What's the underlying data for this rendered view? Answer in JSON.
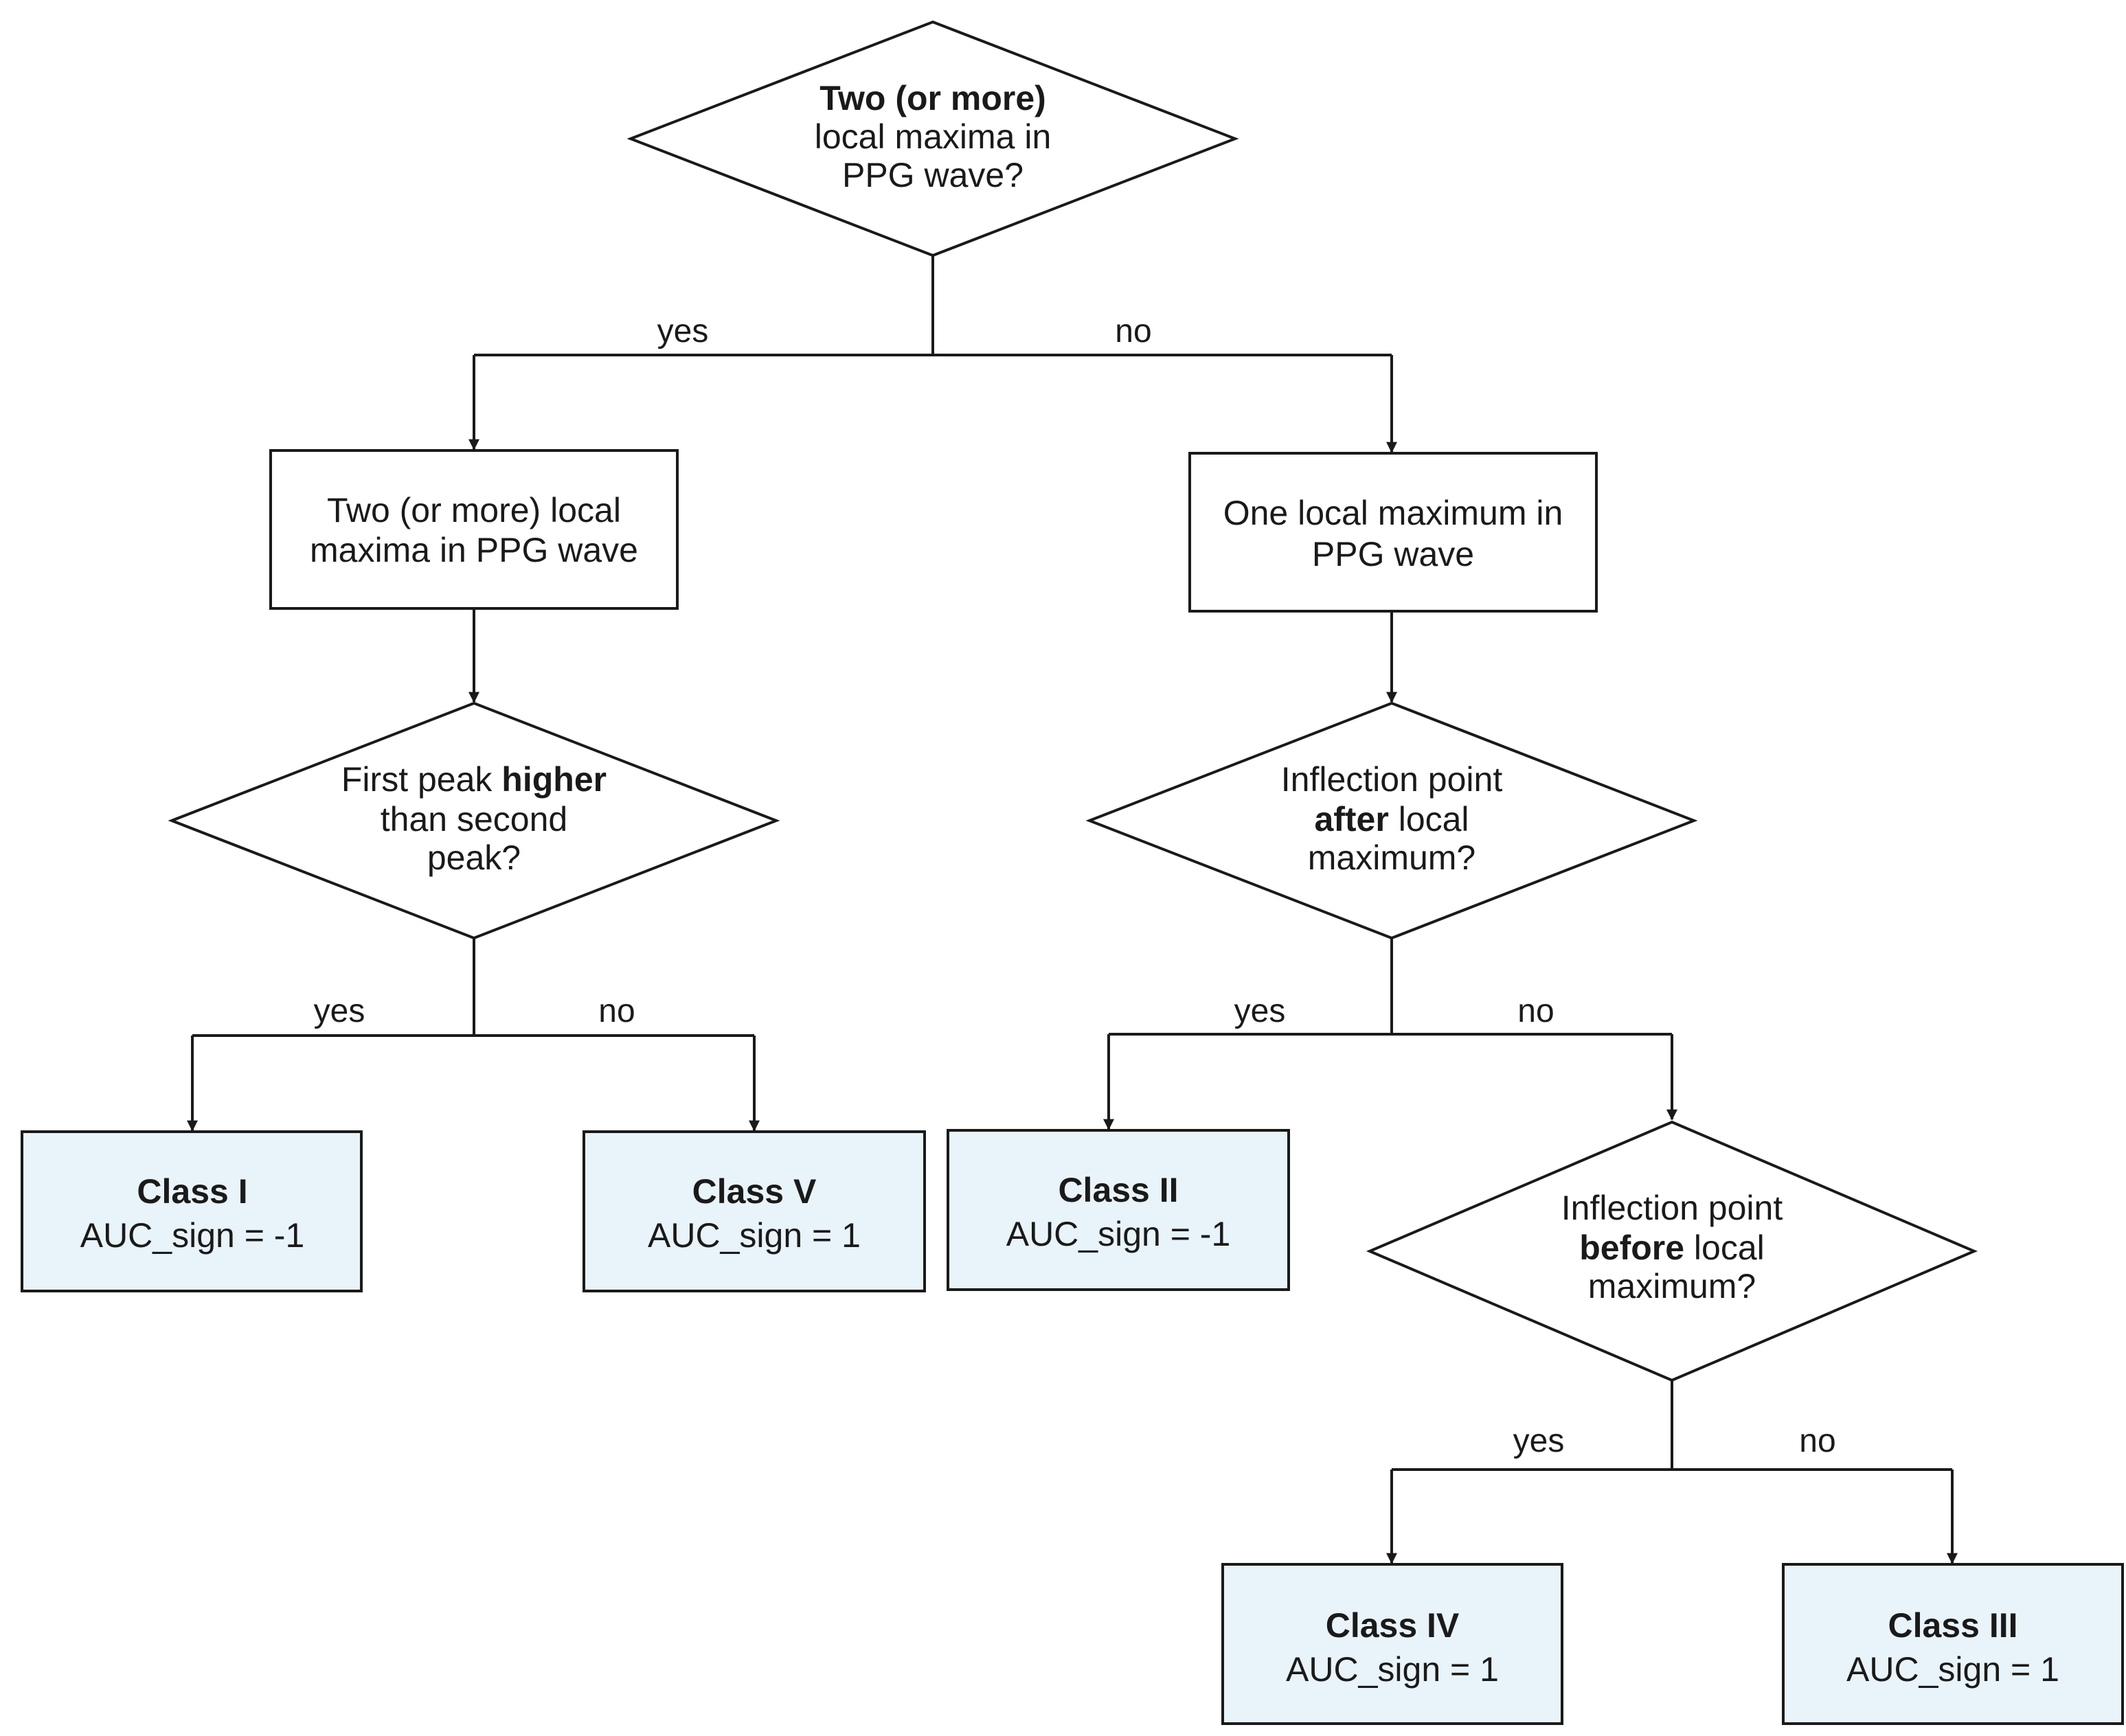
{
  "nodes": {
    "q1": {
      "line1_bold": "Two (or more)",
      "line2": "local maxima in",
      "line3": "PPG wave?"
    },
    "box_left": {
      "line1": "Two (or more) local",
      "line2": "maxima in PPG wave"
    },
    "box_right": {
      "line1": "One local maximum in",
      "line2": "PPG wave"
    },
    "q2": {
      "line1_pre": "First peak ",
      "line1_bold": "higher",
      "line2": "than second",
      "line3": "peak?"
    },
    "q3": {
      "line1": "Inflection point",
      "line2_bold": "after",
      "line2_post": " local",
      "line3": "maximum?"
    },
    "q4": {
      "line1": "Inflection point",
      "line2_bold": "before",
      "line2_post": " local",
      "line3": "maximum?"
    },
    "class1": {
      "title": "Class I",
      "value": "AUC_sign = -1"
    },
    "class5": {
      "title": "Class V",
      "value": "AUC_sign = 1"
    },
    "class2": {
      "title": "Class II",
      "value": "AUC_sign = -1"
    },
    "class4": {
      "title": "Class IV",
      "value": "AUC_sign = 1"
    },
    "class3": {
      "title": "Class III",
      "value": "AUC_sign = 1"
    }
  },
  "edges": {
    "q1_yes": "yes",
    "q1_no": "no",
    "q2_yes": "yes",
    "q2_no": "no",
    "q3_yes": "yes",
    "q3_no": "no",
    "q4_yes": "yes",
    "q4_no": "no"
  },
  "colors": {
    "leaf_fill": "#e9f3fa",
    "stroke": "#1a1a1a"
  }
}
